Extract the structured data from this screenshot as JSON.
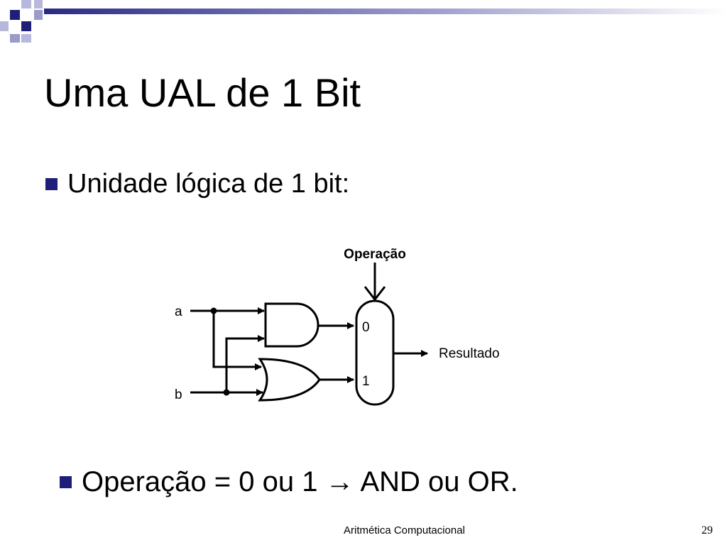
{
  "slide": {
    "title": "Uma UAL de 1 Bit",
    "bullets": [
      {
        "text": "Unidade lógica de 1 bit:"
      },
      {
        "text": "Operação = 0 ou 1 → AND ou OR."
      }
    ],
    "diagram": {
      "operation_label": "Operação",
      "input_a": "a",
      "input_b": "b",
      "mux_input_0": "0",
      "mux_input_1": "1",
      "output_label": "Resultado"
    },
    "footer": {
      "course": "Aritmética Computacional",
      "page_number": "29"
    }
  },
  "colors": {
    "bullet": "#1f1f7a",
    "deco_dark": "#1f1f7a",
    "deco_light": "#9a9acb",
    "text": "#000000"
  }
}
